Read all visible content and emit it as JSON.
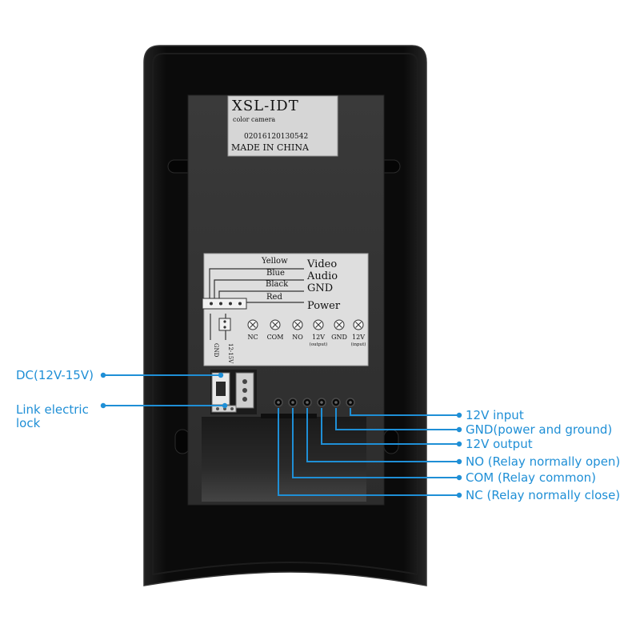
{
  "sticker": {
    "model": "XSL-IDT",
    "subtitle": "color camera",
    "serial": "02016120130542",
    "origin": "MADE IN CHINA"
  },
  "wiring": [
    {
      "wire": "Yellow",
      "signal": "Video"
    },
    {
      "wire": "Blue",
      "signal": "Audio"
    },
    {
      "wire": "Black",
      "signal": "GND"
    },
    {
      "wire": "Red",
      "signal": "Power"
    }
  ],
  "terminals": [
    {
      "label": "NC",
      "sub": ""
    },
    {
      "label": "COM",
      "sub": ""
    },
    {
      "label": "NO",
      "sub": ""
    },
    {
      "label": "12V",
      "sub": "(output)"
    },
    {
      "label": "GND",
      "sub": ""
    },
    {
      "label": "12V",
      "sub": "(input)"
    }
  ],
  "dc_jack": {
    "left": "GND",
    "right": "12-15V"
  },
  "callouts_left": [
    {
      "text": "DC(12V-15V)"
    },
    {
      "text": "Link electric",
      "text2": "lock"
    }
  ],
  "callouts_right": [
    {
      "text": "12V input"
    },
    {
      "text": "GND(power and ground)"
    },
    {
      "text": "12V output"
    },
    {
      "text": "NO (Relay normally open)"
    },
    {
      "text": "COM (Relay common)"
    },
    {
      "text": "NC (Relay normally close)"
    }
  ],
  "colors": {
    "accent": "#1f8fd6",
    "housing": "#0c0c0c"
  }
}
